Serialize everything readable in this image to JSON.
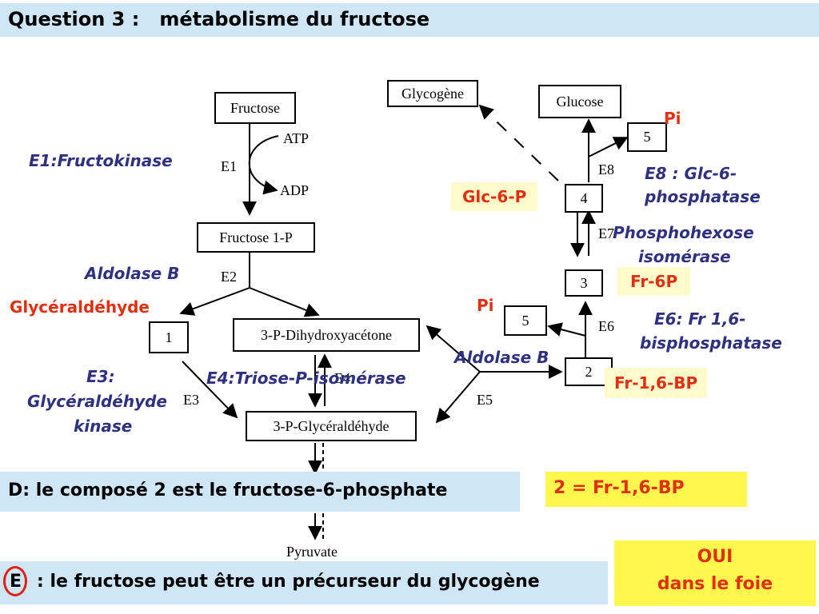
{
  "header": {
    "title": "Question 3 :   métabolisme du fructose"
  },
  "colors": {
    "title_bg": "#cfe6f7",
    "enzyme_blue": "#303080",
    "compound_red": "#e03010",
    "highlight_yellow": "#fff74e",
    "highlight_pale": "#fdfbcc"
  },
  "diagram": {
    "boxes": {
      "fructose": "Fructose",
      "fructose_1p": "Fructose 1-P",
      "compound_1": "1",
      "dhap": "3-P-Dihydroxyacétone",
      "g3p": "3-P-Glycéraldéhyde",
      "glycogene": "Glycogène",
      "glucose": "Glucose",
      "compound_5_top": "5",
      "compound_4": "4",
      "compound_3": "3",
      "compound_5_mid": "5",
      "compound_2": "2"
    },
    "labels": {
      "atp": "ATP",
      "adp": "ADP",
      "e1": "E1",
      "e2": "E2",
      "e3": "E3",
      "e4": "E4",
      "e5": "E5",
      "e6": "E6",
      "e7": "E7",
      "e8": "E8",
      "pyruvate": "Pyruvate"
    }
  },
  "annotations": {
    "e1_name": "E1:Fructokinase",
    "e2_name": "Aldolase B",
    "glyceraldehyde": "Glycéraldéhyde",
    "e3_name_line1": "E3:",
    "e3_name_line2": "Glycéraldéhyde",
    "e3_name_line3": "kinase",
    "e4_name": "E4:Triose-P-isomérase",
    "e5_name": "Aldolase B",
    "glc6p": "Glc-6-P",
    "pi_top": "Pi",
    "e8_name_line1": "E8 : Glc-6-",
    "e8_name_line2": "phosphatase",
    "e7_name_line1": "Phosphohexose",
    "e7_name_line2": "isomérase",
    "fr6p": "Fr-6P",
    "pi_mid": "Pi",
    "e6_name_line1": "E6: Fr 1,6-",
    "e6_name_line2": "bisphosphatase",
    "fr16bp": "Fr-1,6-BP"
  },
  "statements": {
    "d_text": "D: le composé 2 est le fructose-6-phosphate",
    "d_answer": "2 = Fr-1,6-BP",
    "e_letter": "E",
    "e_text": ": le fructose peut être un précurseur du glycogène",
    "e_answer_line1": "OUI",
    "e_answer_line2": "dans le foie"
  }
}
